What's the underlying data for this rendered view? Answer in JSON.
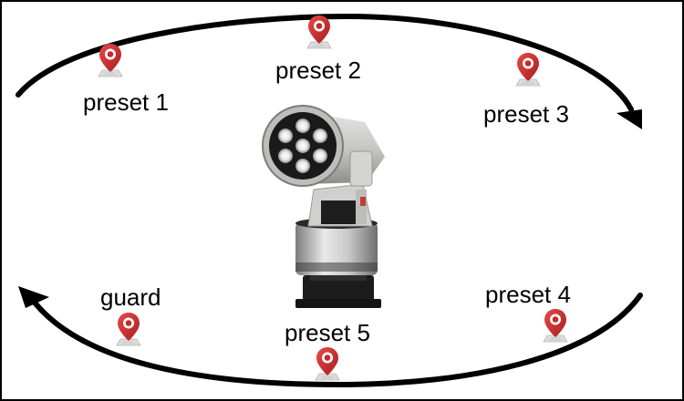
{
  "presets": [
    {
      "key": "preset1",
      "label": "preset 1"
    },
    {
      "key": "preset2",
      "label": "preset 2"
    },
    {
      "key": "preset3",
      "label": "preset 3"
    },
    {
      "key": "preset4",
      "label": "preset 4"
    },
    {
      "key": "preset5",
      "label": "preset 5"
    },
    {
      "key": "guard",
      "label": "guard"
    }
  ],
  "colors": {
    "pin": "#d42a2a",
    "pin_dark": "#a81e1e",
    "arrow": "#000000",
    "camera_body": "#c9c9c7",
    "camera_dark": "#1e1e1e"
  },
  "icons": {
    "location_pin": "map-pin-icon",
    "camera": "ptz-camera"
  }
}
